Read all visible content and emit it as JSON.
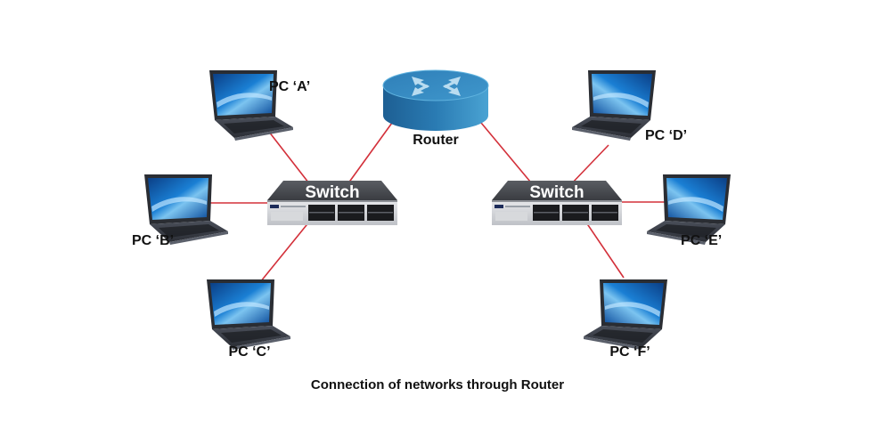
{
  "diagram": {
    "caption": "Connection of networks through Router",
    "link_color": "#d3303a",
    "router": {
      "id": "router",
      "label": "Router"
    },
    "switches": [
      {
        "id": "switch-left",
        "label": "Switch"
      },
      {
        "id": "switch-right",
        "label": "Switch"
      }
    ],
    "pcs": [
      {
        "id": "pc-a",
        "label": "PC ‘A’",
        "connected_to": "switch-left"
      },
      {
        "id": "pc-b",
        "label": "PC ‘B’",
        "connected_to": "switch-left"
      },
      {
        "id": "pc-c",
        "label": "PC ‘C’",
        "connected_to": "switch-left"
      },
      {
        "id": "pc-d",
        "label": "PC ‘D’",
        "connected_to": "switch-right"
      },
      {
        "id": "pc-e",
        "label": "PC ‘E’",
        "connected_to": "switch-right"
      },
      {
        "id": "pc-f",
        "label": "PC ‘F’",
        "connected_to": "switch-right"
      }
    ],
    "links": [
      {
        "from": "router",
        "to": "switch-left"
      },
      {
        "from": "router",
        "to": "switch-right"
      },
      {
        "from": "switch-left",
        "to": "pc-a"
      },
      {
        "from": "switch-left",
        "to": "pc-b"
      },
      {
        "from": "switch-left",
        "to": "pc-c"
      },
      {
        "from": "switch-right",
        "to": "pc-d"
      },
      {
        "from": "switch-right",
        "to": "pc-e"
      },
      {
        "from": "switch-right",
        "to": "pc-f"
      }
    ]
  }
}
